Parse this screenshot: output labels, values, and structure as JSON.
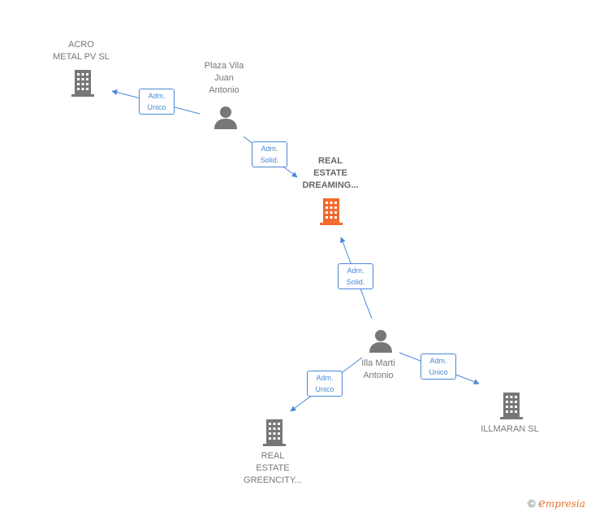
{
  "colors": {
    "edge": "#4a88d6",
    "node": "#777777",
    "focus": "#f26a2e"
  },
  "nodes": {
    "acro": {
      "label": "ACRO\nMETAL PV  SL",
      "icon": "building-icon"
    },
    "plaza": {
      "label": "Plaza Vila\nJuan\nAntonio",
      "icon": "person-icon"
    },
    "real_estate_dreaming": {
      "label": "REAL\nESTATE\nDREAMING...",
      "icon": "building-icon"
    },
    "illa": {
      "label": "Illa Marti\nAntonio",
      "icon": "person-icon"
    },
    "illmaran": {
      "label": "ILLMARAN  SL",
      "icon": "building-icon"
    },
    "greencity": {
      "label": "REAL\nESTATE\nGREENCITY...",
      "icon": "building-icon"
    }
  },
  "edges": [
    {
      "from": "plaza",
      "to": "acro",
      "label": "Adm.\nUnico"
    },
    {
      "from": "plaza",
      "to": "real_estate_dreaming",
      "label": "Adm.\nSolid."
    },
    {
      "from": "illa",
      "to": "real_estate_dreaming",
      "label": "Adm.\nSolid."
    },
    {
      "from": "illa",
      "to": "illmaran",
      "label": "Adm.\nUnico"
    },
    {
      "from": "illa",
      "to": "greencity",
      "label": "Adm.\nUnico"
    }
  ],
  "brand": {
    "copyright": "©",
    "name": "mpresia",
    "initial": "e"
  }
}
